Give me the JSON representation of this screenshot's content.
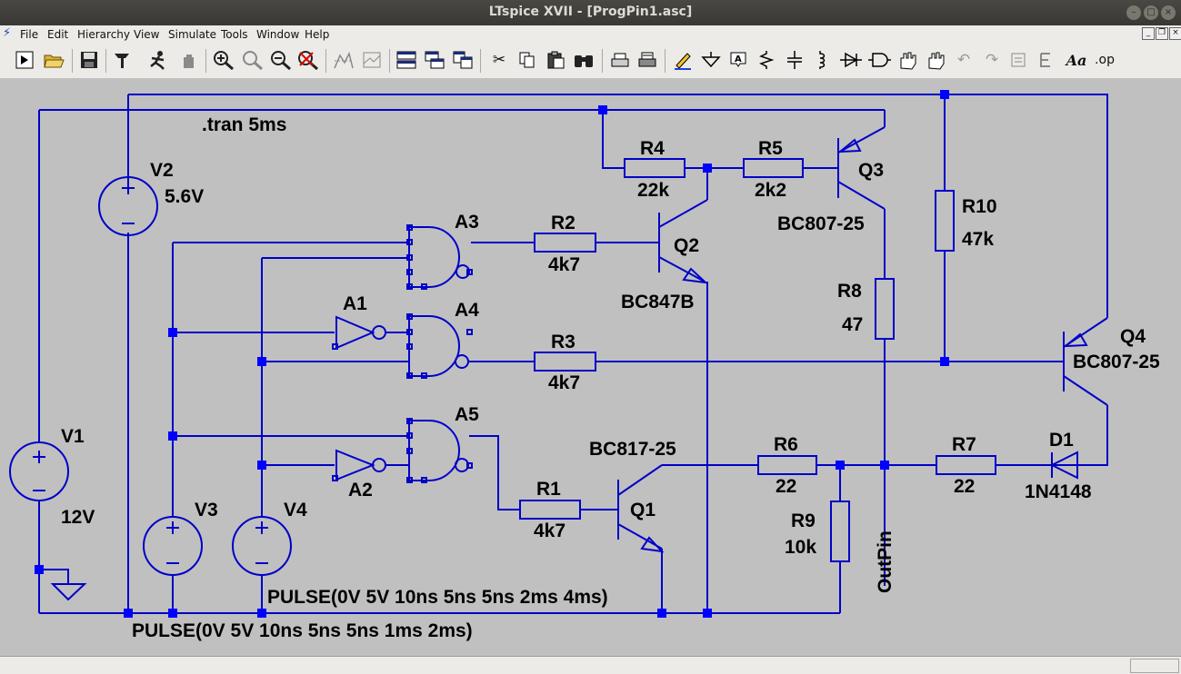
{
  "window": {
    "title": "LTspice XVII - [ProgPin1.asc]"
  },
  "menu": [
    "File",
    "Edit",
    "Hierarchy",
    "View",
    "Simulate",
    "Tools",
    "Window",
    "Help"
  ],
  "toolbar_icons": [
    "run-icon",
    "open-icon",
    "save-icon",
    "control-panel-icon",
    "halt-icon",
    "hand-halt-icon",
    "zoom-in-icon",
    "zoom-pan-icon",
    "zoom-out-icon",
    "zoom-cancel-icon",
    "autorange-icon",
    "plot-settings-icon",
    "tile-horizontal-icon",
    "cascade-icon",
    "tile-vertical-icon",
    "cut-icon",
    "copy-icon",
    "paste-icon",
    "find-icon",
    "print-setup-icon",
    "print-icon",
    "draw-wire-icon",
    "ground-icon",
    "label-net-icon",
    "resistor-icon",
    "capacitor-icon",
    "inductor-icon",
    "diode-icon",
    "component-icon",
    "move-icon",
    "drag-icon",
    "undo-icon",
    "redo-icon",
    "rotate-icon",
    "mirror-icon",
    "text-icon",
    "spice-directive-icon"
  ],
  "toolbar_text": {
    "text_glyph": "Aa",
    "op_glyph": ".op"
  },
  "schematic": {
    "directive": ".tran 5ms",
    "components": {
      "V1": {
        "name": "V1",
        "value": "12V"
      },
      "V2": {
        "name": "V2",
        "value": "5.6V"
      },
      "V3": {
        "name": "V3",
        "value": "PULSE(0V 5V 10ns 5ns 5ns 1ms 2ms)"
      },
      "V4": {
        "name": "V4",
        "value": "PULSE(0V 5V 10ns 5ns 5ns 2ms 4ms)"
      },
      "R1": {
        "name": "R1",
        "value": "4k7"
      },
      "R2": {
        "name": "R2",
        "value": "4k7"
      },
      "R3": {
        "name": "R3",
        "value": "4k7"
      },
      "R4": {
        "name": "R4",
        "value": "22k"
      },
      "R5": {
        "name": "R5",
        "value": "2k2"
      },
      "R6": {
        "name": "R6",
        "value": "22"
      },
      "R7": {
        "name": "R7",
        "value": "22"
      },
      "R8": {
        "name": "R8",
        "value": "47"
      },
      "R9": {
        "name": "R9",
        "value": "10k"
      },
      "R10": {
        "name": "R10",
        "value": "47k"
      },
      "Q1": {
        "name": "Q1",
        "value": "BC817-25"
      },
      "Q2": {
        "name": "Q2",
        "value": "BC847B"
      },
      "Q3": {
        "name": "Q3",
        "value": "BC807-25"
      },
      "Q4": {
        "name": "Q4",
        "value": "BC807-25"
      },
      "D1": {
        "name": "D1",
        "value": "1N4148"
      },
      "A1": {
        "name": "A1"
      },
      "A2": {
        "name": "A2"
      },
      "A3": {
        "name": "A3"
      },
      "A4": {
        "name": "A4"
      },
      "A5": {
        "name": "A5"
      }
    },
    "net_label": "OutPin"
  },
  "colors": {
    "wire": "#0000c8",
    "canvas": "#c0c0c0",
    "junction": "#0000ff"
  }
}
